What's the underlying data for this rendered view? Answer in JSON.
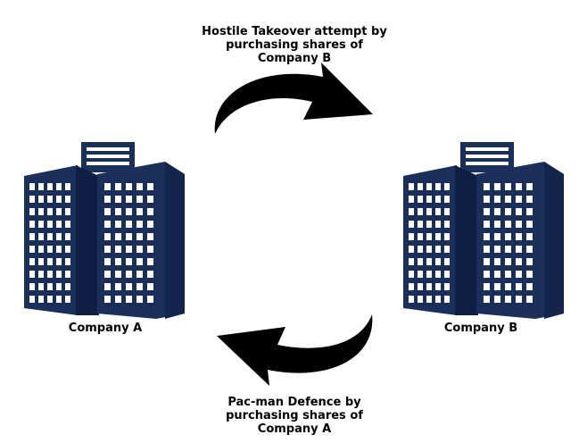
{
  "diagram": {
    "top_caption": {
      "line1": "Hostile Takeover attempt by",
      "line2": "purchasing shares of",
      "line3": "Company B"
    },
    "bottom_caption": {
      "line1": "Pac-man Defence by",
      "line2": "purchasing shares of",
      "line3": "Company A"
    },
    "company_a": {
      "label": "Company A"
    },
    "company_b": {
      "label": "Company B"
    },
    "colors": {
      "building": "#1b2f5b",
      "arrow": "#000000",
      "window": "#ffffff"
    },
    "icons": [
      "office-building-icon",
      "curved-arrow-icon"
    ]
  }
}
